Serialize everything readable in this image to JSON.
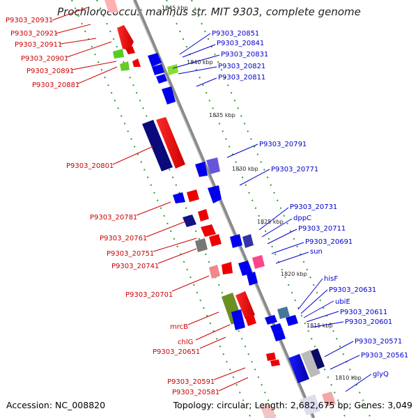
{
  "title": "Prochlorococcus marinus str. MIT 9303, complete genome",
  "accession": "Accession: NC_008820",
  "summary": "Topology: circular; Length: 2,682,675 bp; Genes: 3,049",
  "ruler_labels": [
    "1845 kbp",
    "1840 kbp",
    "1835 kbp",
    "1830 kbp",
    "1825 kbp",
    "1820 kbp",
    "1815 kbp",
    "1810 kbp"
  ],
  "left_labels": [
    "P9303_20931",
    "P9303_20921",
    "P9303_20911",
    "P9303_20901",
    "P9303_20891",
    "P9303_20881",
    "P9303_20801",
    "P9303_20781",
    "P9303_20761",
    "P9303_20751",
    "P9303_20741",
    "P9303_20701",
    "mrcB",
    "chlG",
    "P9303_20651",
    "P9303_20591",
    "P9303_20581"
  ],
  "right_labels": [
    "P9303_20851",
    "P9303_20841",
    "P9303_20831",
    "P9303_20821",
    "P9303_20811",
    "P9303_20791",
    "P9303_20771",
    "P9303_20731",
    "dppC",
    "P9303_20711",
    "P9303_20691",
    "sun",
    "hisF",
    "P9303_20631",
    "ubiE",
    "P9303_20611",
    "P9303_20601",
    "P9303_20571",
    "P9303_20561",
    "glyQ"
  ],
  "colors": {
    "forward_strand": "#ee0000",
    "reverse_strand": "#0a0aee",
    "backbone": "#8a8a8a",
    "rrna_dots": "#2e9a2e",
    "left_label_color": "#cc0000",
    "right_label_color": "#0000cc"
  }
}
